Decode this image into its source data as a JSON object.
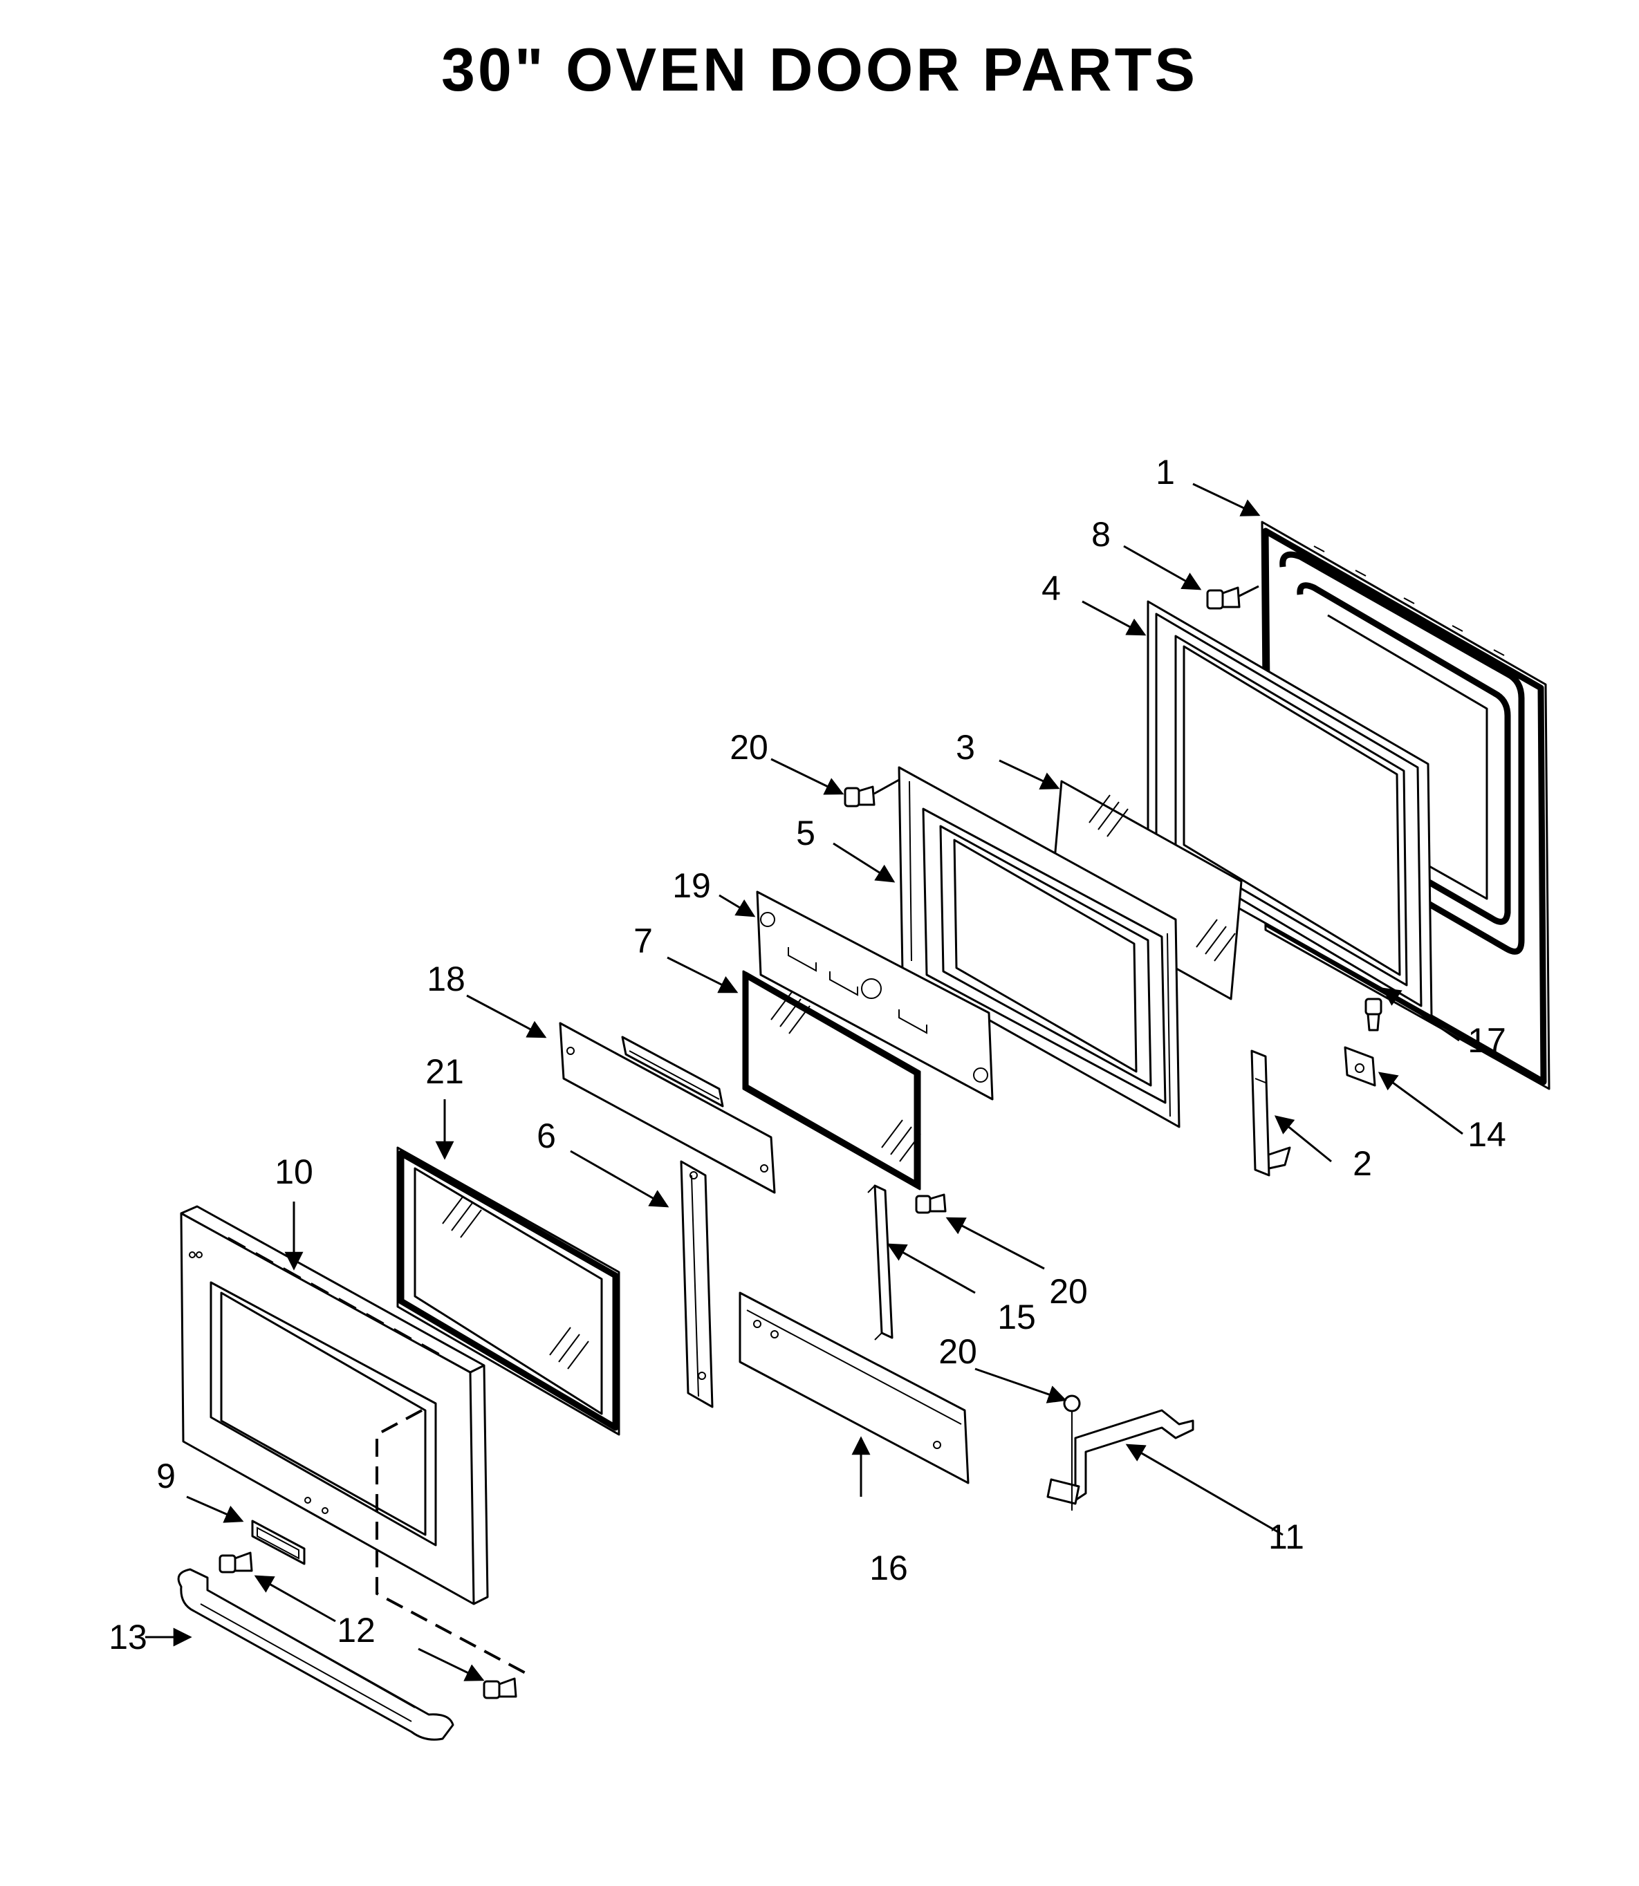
{
  "title": "30\" OVEN DOOR PARTS",
  "callouts": {
    "c1": "1",
    "c2": "2",
    "c3": "3",
    "c4": "4",
    "c5": "5",
    "c6": "6",
    "c7": "7",
    "c8": "8",
    "c9": "9",
    "c10": "10",
    "c11": "11",
    "c12": "12",
    "c13": "13",
    "c14": "14",
    "c15": "15",
    "c16": "16",
    "c17": "17",
    "c18": "18",
    "c19": "19",
    "c20a": "20",
    "c20b": "20",
    "c20c": "20",
    "c21": "21"
  },
  "colors": {
    "line": "#000000",
    "background": "#ffffff"
  }
}
